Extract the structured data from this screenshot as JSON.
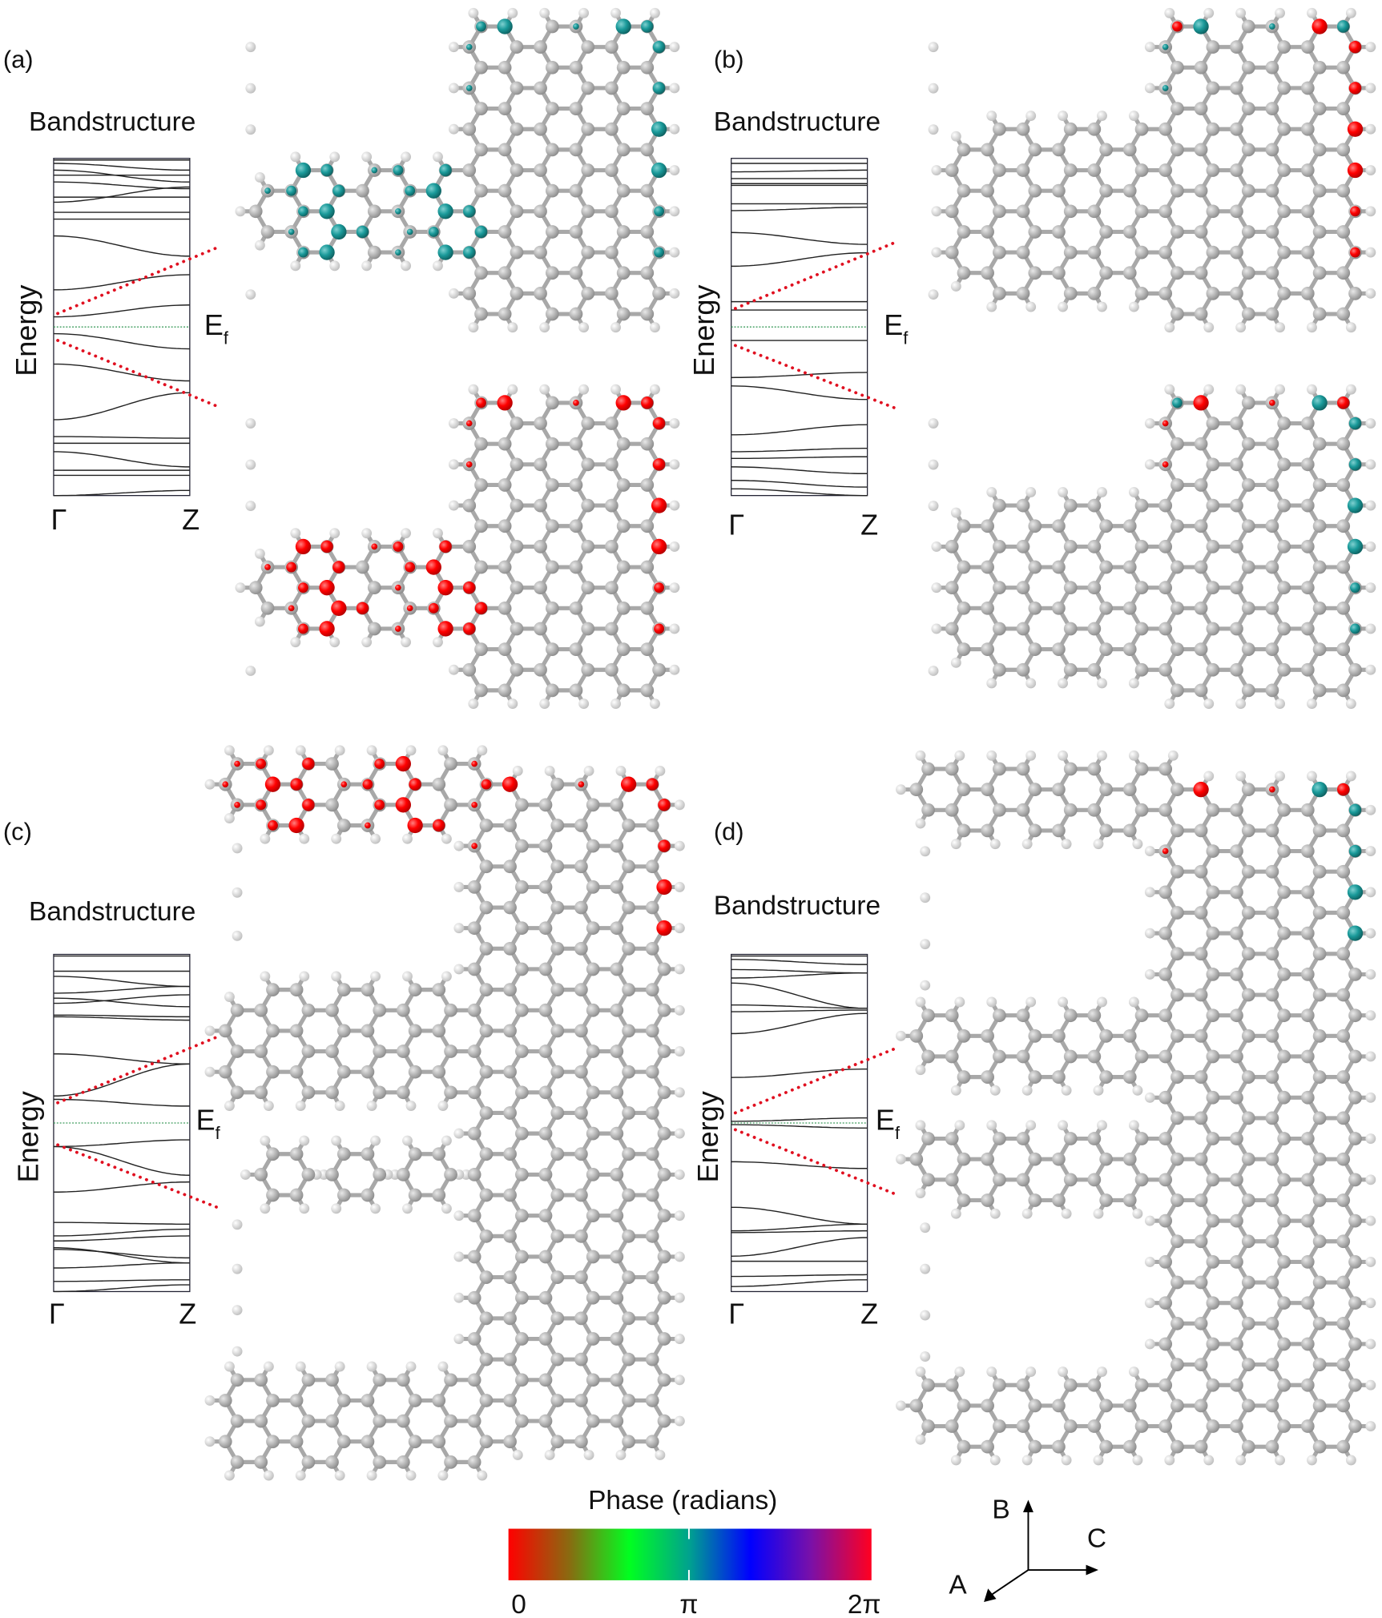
{
  "panels": [
    {
      "label": "(a)",
      "band_title": "Bandstructure",
      "y_axis_label": "Energy",
      "fermi_label": "E",
      "fermi_sub": "f",
      "k_labels": [
        "Γ",
        "Z"
      ],
      "bands": [
        [
          0.99,
          0.99
        ],
        [
          0.97,
          0.93
        ],
        [
          0.93,
          0.86
        ],
        [
          0.9,
          0.9
        ],
        [
          0.86,
          0.82
        ],
        [
          0.74,
          0.83
        ],
        [
          0.77,
          0.77
        ],
        [
          0.68,
          0.68
        ],
        [
          0.64,
          0.64
        ],
        [
          0.54,
          0.42
        ],
        [
          0.22,
          0.31
        ],
        [
          0.06,
          0.13
        ],
        [
          -0.04,
          -0.13
        ],
        [
          -0.22,
          -0.32
        ],
        [
          -0.55,
          -0.39
        ],
        [
          -0.65,
          -0.66
        ],
        [
          -0.69,
          -0.69
        ],
        [
          -0.74,
          -0.83
        ],
        [
          -0.85,
          -0.85
        ],
        [
          -0.88,
          -0.88
        ],
        [
          -1.0,
          -0.97
        ]
      ],
      "guides": [
        [
          0.08,
          0.47
        ],
        [
          -0.08,
          -0.47
        ]
      ]
    },
    {
      "label": "(b)",
      "band_title": "Bandstructure",
      "y_axis_label": "Energy",
      "fermi_label": "E",
      "fermi_sub": "f",
      "k_labels": [
        "Γ",
        "Z"
      ],
      "bands": [
        [
          0.97,
          0.97
        ],
        [
          0.92,
          0.93
        ],
        [
          0.88,
          0.88
        ],
        [
          0.85,
          0.85
        ],
        [
          0.84,
          0.84
        ],
        [
          0.73,
          0.73
        ],
        [
          0.69,
          0.71
        ],
        [
          0.56,
          0.49
        ],
        [
          0.36,
          0.44
        ],
        [
          0.15,
          0.15
        ],
        [
          0.1,
          0.1
        ],
        [
          -0.08,
          -0.08
        ],
        [
          -0.3,
          -0.27
        ],
        [
          -0.35,
          -0.43
        ],
        [
          -0.64,
          -0.58
        ],
        [
          -0.74,
          -0.72
        ],
        [
          -0.78,
          -0.77
        ],
        [
          -0.83,
          -0.87
        ],
        [
          -0.91,
          -0.95
        ],
        [
          -0.96,
          -1.0
        ]
      ],
      "guides": [
        [
          0.11,
          0.5
        ],
        [
          -0.11,
          -0.48
        ]
      ]
    },
    {
      "label": "(c)",
      "band_title": "Bandstructure",
      "y_axis_label": "Energy",
      "fermi_label": "E",
      "fermi_sub": "f",
      "k_labels": [
        "Γ",
        "Z"
      ],
      "bands": [
        [
          0.99,
          0.99
        ],
        [
          0.9,
          0.9
        ],
        [
          0.87,
          0.81
        ],
        [
          0.77,
          0.81
        ],
        [
          0.74,
          0.69
        ],
        [
          0.71,
          0.76
        ],
        [
          0.64,
          0.63
        ],
        [
          0.63,
          0.61
        ],
        [
          0.41,
          0.35
        ],
        [
          0.16,
          0.35
        ],
        [
          0.14,
          0.1
        ],
        [
          -0.14,
          -0.1
        ],
        [
          -0.14,
          -0.31
        ],
        [
          -0.41,
          -0.35
        ],
        [
          -0.59,
          -0.6
        ],
        [
          -0.67,
          -0.63
        ],
        [
          -0.7,
          -0.67
        ],
        [
          -0.74,
          -0.83
        ],
        [
          -0.75,
          -0.8
        ],
        [
          -0.86,
          -0.83
        ],
        [
          -0.94,
          -0.93
        ],
        [
          -1.0,
          -0.96
        ]
      ],
      "guides": [
        [
          0.12,
          0.51
        ],
        [
          -0.13,
          -0.5
        ]
      ]
    },
    {
      "label": "(d)",
      "band_title": "Bandstructure",
      "y_axis_label": "Energy",
      "fermi_label": "E",
      "fermi_sub": "f",
      "k_labels": [
        "Γ",
        "Z"
      ],
      "bands": [
        [
          0.99,
          0.99
        ],
        [
          0.97,
          0.94
        ],
        [
          0.91,
          0.89
        ],
        [
          0.86,
          0.89
        ],
        [
          0.83,
          0.68
        ],
        [
          0.7,
          0.68
        ],
        [
          0.66,
          0.67
        ],
        [
          0.53,
          0.65
        ],
        [
          0.27,
          0.32
        ],
        [
          0.01,
          0.03
        ],
        [
          -0.01,
          -0.03
        ],
        [
          -0.23,
          -0.27
        ],
        [
          -0.5,
          -0.6
        ],
        [
          -0.64,
          -0.6
        ],
        [
          -0.65,
          -0.64
        ],
        [
          -0.79,
          -0.68
        ],
        [
          -0.82,
          -0.82
        ],
        [
          -0.91,
          -0.9
        ],
        [
          -0.97,
          -0.93
        ]
      ],
      "guides": [
        [
          0.06,
          0.44
        ],
        [
          -0.04,
          -0.42
        ]
      ]
    }
  ],
  "colorbar": {
    "title": "Phase (radians)",
    "tick_labels": [
      "0",
      "π",
      "2π"
    ],
    "colors": [
      "#ff0000",
      "#8a6a10",
      "#00ff20",
      "#00a090",
      "#0000ff",
      "#7a10a8",
      "#ff0020"
    ]
  },
  "axes": {
    "labels": {
      "a": "A",
      "b": "B",
      "c": "C"
    }
  },
  "atom_colors": {
    "carbon": "#a6a6a6",
    "hydrogen": "#f4f4f4",
    "phase_red": "#ff0000",
    "phase_teal": "#1a9a9a"
  }
}
